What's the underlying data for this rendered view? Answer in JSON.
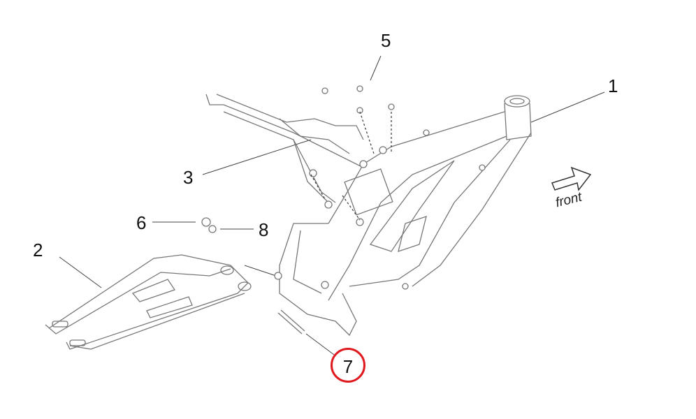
{
  "callouts": {
    "c1": "1",
    "c2": "2",
    "c3": "3",
    "c5": "5",
    "c6": "6",
    "c7": "7",
    "c8": "8"
  },
  "direction_label": "front",
  "highlight_color": "#e0191e"
}
